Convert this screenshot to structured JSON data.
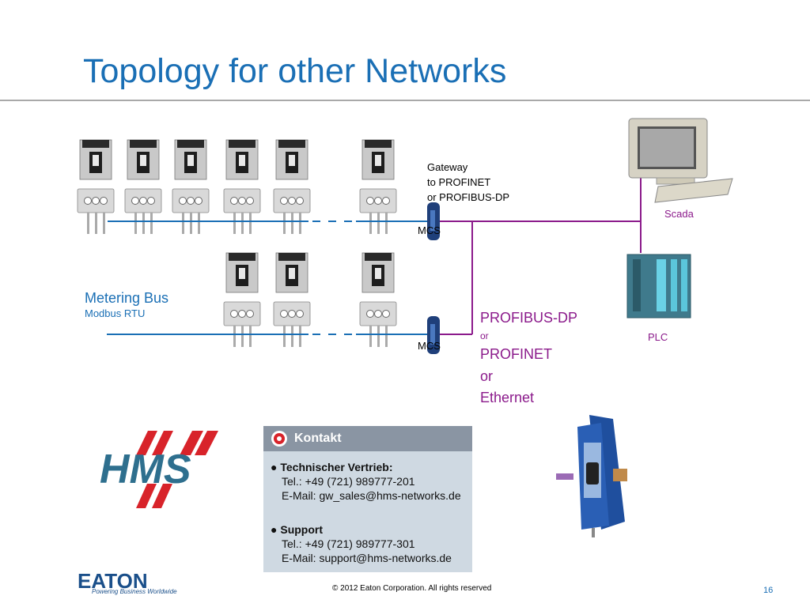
{
  "slide": {
    "title": "Topology for other Networks",
    "page_number": "16",
    "copyright": "© 2012 Eaton Corporation. All rights reserved"
  },
  "diagram": {
    "gateway_label": [
      "Gateway",
      "to PROFINET",
      "or PROFIBUS-DP"
    ],
    "mcs_label": "MCS",
    "scada_label": "Scada",
    "plc_label": "PLC",
    "bus_title": "Metering Bus",
    "bus_subtitle": "Modbus RTU",
    "network_labels": {
      "profibus": "PROFIBUS-DP",
      "or_small": "or",
      "profinet": "PROFINET",
      "or_large": "or",
      "ethernet": "Ethernet"
    },
    "colors": {
      "bus_line": "#1a6fb5",
      "network_line": "#8b1a8b",
      "hms_blue": "#2e6f8e",
      "hms_red": "#d8232a",
      "eaton_blue": "#1a4f8a"
    }
  },
  "kontakt": {
    "title": "Kontakt",
    "sections": [
      {
        "heading": "Technischer Vertrieb:",
        "tel": "Tel.: +49 (721) 989777-201",
        "email": "E-Mail: gw_sales@hms-networks.de"
      },
      {
        "heading": "Support",
        "tel": "Tel.: +49 (721) 989777-301",
        "email": "E-Mail: support@hms-networks.de"
      }
    ]
  },
  "logos": {
    "hms": "HMS",
    "eaton": "EATON",
    "eaton_tagline": "Powering Business Worldwide"
  }
}
